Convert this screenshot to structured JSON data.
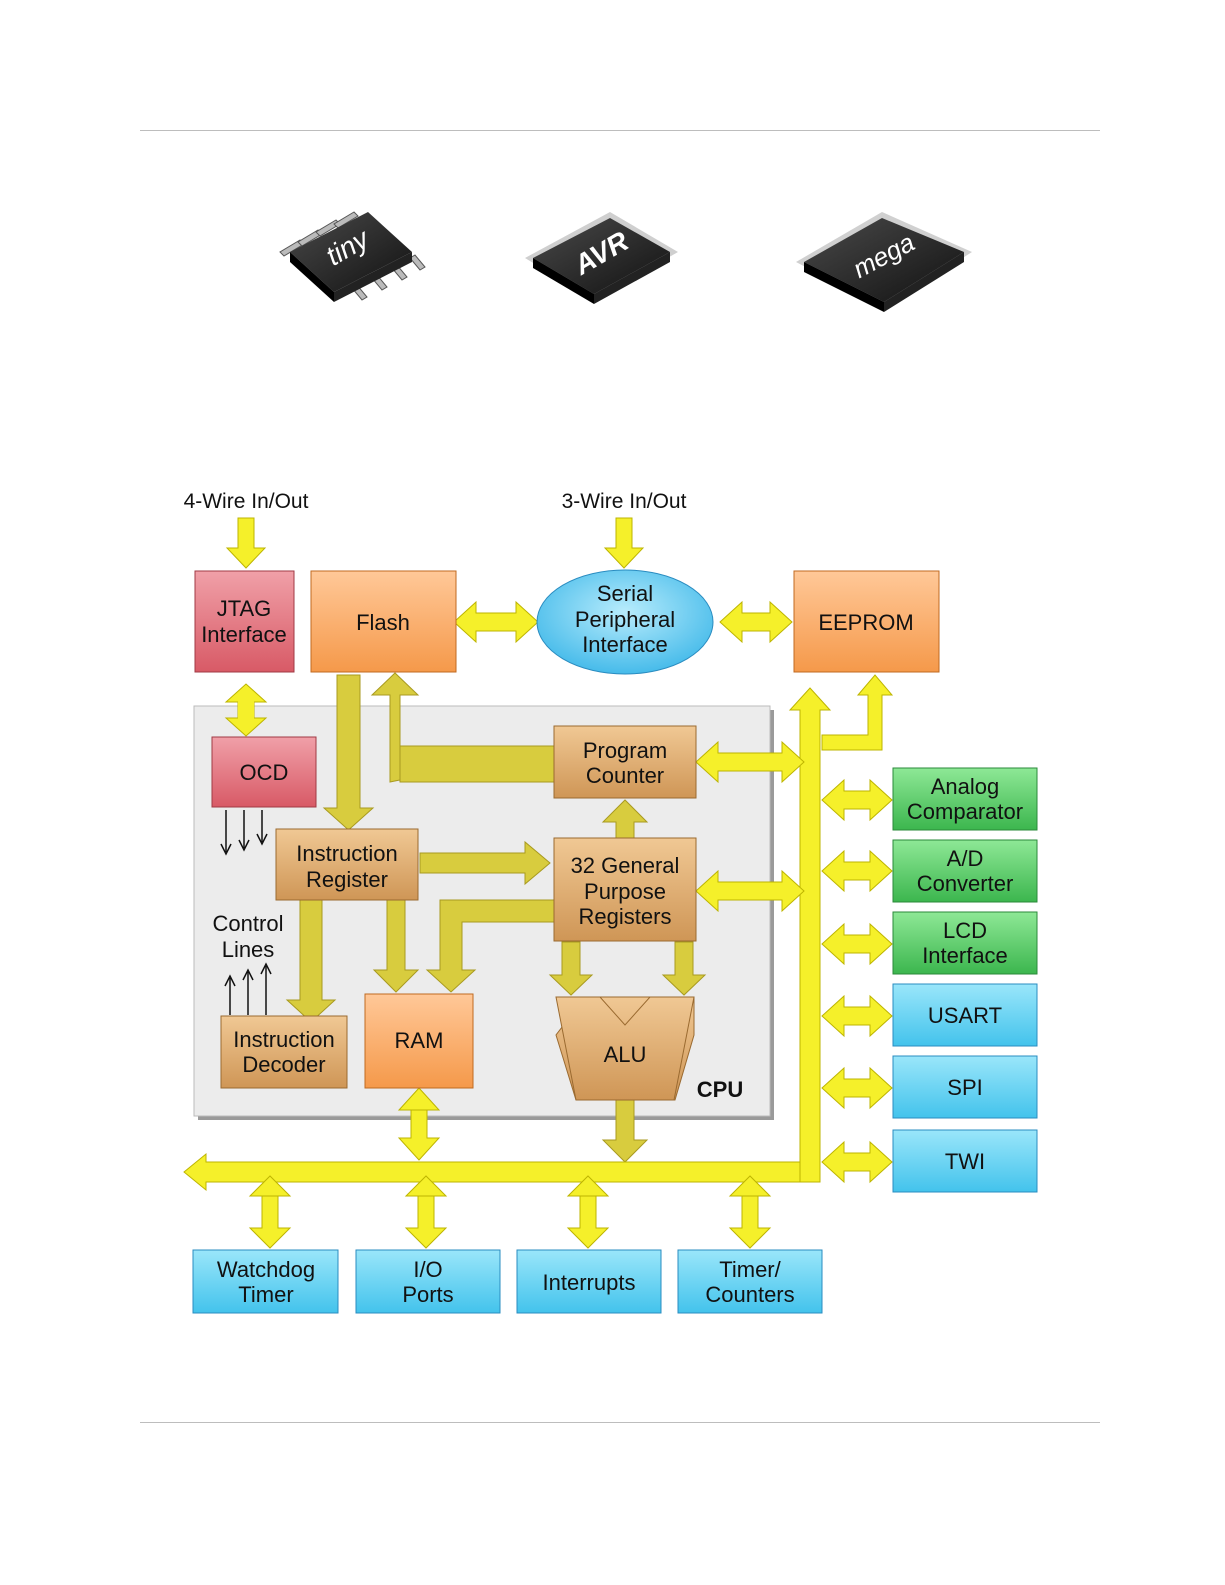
{
  "chips": {
    "tiny": "tiny",
    "avr": "AVR",
    "mega": "mega"
  },
  "inputs": {
    "four_wire": "4-Wire In/Out",
    "three_wire": "3-Wire In/Out"
  },
  "blocks": {
    "jtag": [
      "JTAG",
      "Interface"
    ],
    "flash": [
      "Flash"
    ],
    "spi_ellipse": [
      "Serial",
      "Peripheral",
      "Interface"
    ],
    "eeprom": [
      "EEPROM"
    ],
    "ocd": [
      "OCD"
    ],
    "program_counter": [
      "Program",
      "Counter"
    ],
    "instruction_register": [
      "Instruction",
      "Register"
    ],
    "gp_registers": [
      "32 General",
      "Purpose",
      "Registers"
    ],
    "control_lines": [
      "Control",
      "Lines"
    ],
    "instruction_decoder": [
      "Instruction",
      "Decoder"
    ],
    "ram": [
      "RAM"
    ],
    "alu": [
      "ALU"
    ],
    "cpu": "CPU",
    "analog_comparator": [
      "Analog",
      "Comparator"
    ],
    "adc": [
      "A/D",
      "Converter"
    ],
    "lcd": [
      "LCD",
      "Interface"
    ],
    "usart": [
      "USART"
    ],
    "spi": [
      "SPI"
    ],
    "twi": [
      "TWI"
    ],
    "watchdog": [
      "Watchdog",
      "Timer"
    ],
    "io_ports": [
      "I/O",
      "Ports"
    ],
    "interrupts": [
      "Interrupts"
    ],
    "timers": [
      "Timer/",
      "Counters"
    ]
  },
  "colors": {
    "red_block": "#e0707a",
    "orange_block": "#f5a862",
    "tan_block": "#d9a868",
    "green_block": "#5ccf6a",
    "cyan_block": "#5fd0f0",
    "ellipse": "#5fc8f0",
    "bus_yellow": "#f5f02a",
    "internal_bus": "#d8cc3e",
    "cpu_panel": "#ececec"
  }
}
